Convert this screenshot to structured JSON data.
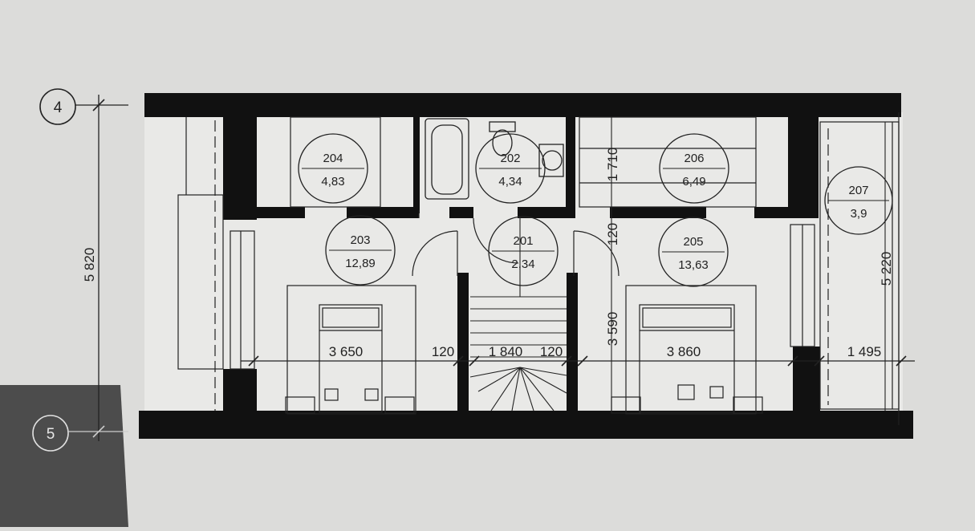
{
  "axes": [
    {
      "id": "4",
      "label": "4"
    },
    {
      "id": "5",
      "label": "5"
    }
  ],
  "rooms": [
    {
      "number": "204",
      "area": "4,83"
    },
    {
      "number": "202",
      "area": "4,34"
    },
    {
      "number": "206",
      "area": "6,49"
    },
    {
      "number": "207",
      "area": "3,9"
    },
    {
      "number": "203",
      "area": "12,89"
    },
    {
      "number": "201",
      "area": "2,34"
    },
    {
      "number": "205",
      "area": "13,63"
    }
  ],
  "dimensions": {
    "overall_height": "5 820",
    "bedroom_left_width": "3 650",
    "wall_left": "120",
    "stair_width": "1 840",
    "wall_right": "120",
    "bedroom_right_width": "3 860",
    "bedroom_right_depth": "3 590",
    "wall_upper": "120",
    "room206_depth": "1 710",
    "balcony_width": "1 495",
    "balcony_length": "5 220"
  },
  "colors": {
    "paper": "#dcdcda",
    "interior": "#e9e9e7",
    "wall": "#111111",
    "line": "#222222",
    "shadow": "#3c3c3c"
  }
}
